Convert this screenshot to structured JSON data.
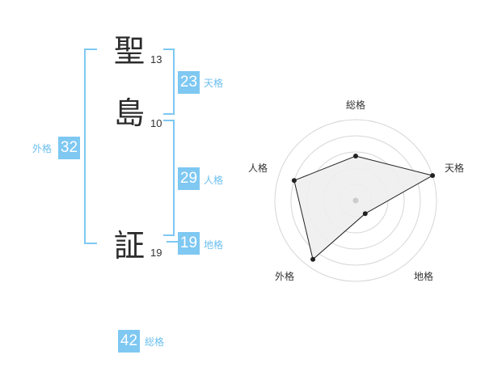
{
  "name": {
    "chars": [
      {
        "char": "聖",
        "strokes": "13"
      },
      {
        "char": "島",
        "strokes": "10"
      },
      {
        "char": "証",
        "strokes": "19"
      }
    ]
  },
  "fortunes": {
    "tenkaku": {
      "value": "23",
      "label": "天格"
    },
    "jinkaku": {
      "value": "29",
      "label": "人格"
    },
    "chikaku": {
      "value": "19",
      "label": "地格"
    },
    "gaikaku": {
      "value": "32",
      "label": "外格"
    },
    "soukaku": {
      "value": "42",
      "label": "総格"
    }
  },
  "colors": {
    "accent": "#7ec8f2",
    "label": "#6cbfee",
    "kanji": "#2b2b2b"
  },
  "chart_data": {
    "type": "radar",
    "axes": [
      "総格",
      "天格",
      "地格",
      "外格",
      "人格"
    ],
    "values": [
      0.55,
      1.0,
      0.2,
      0.9,
      0.8
    ],
    "range": [
      0,
      1
    ],
    "rings": 5
  }
}
